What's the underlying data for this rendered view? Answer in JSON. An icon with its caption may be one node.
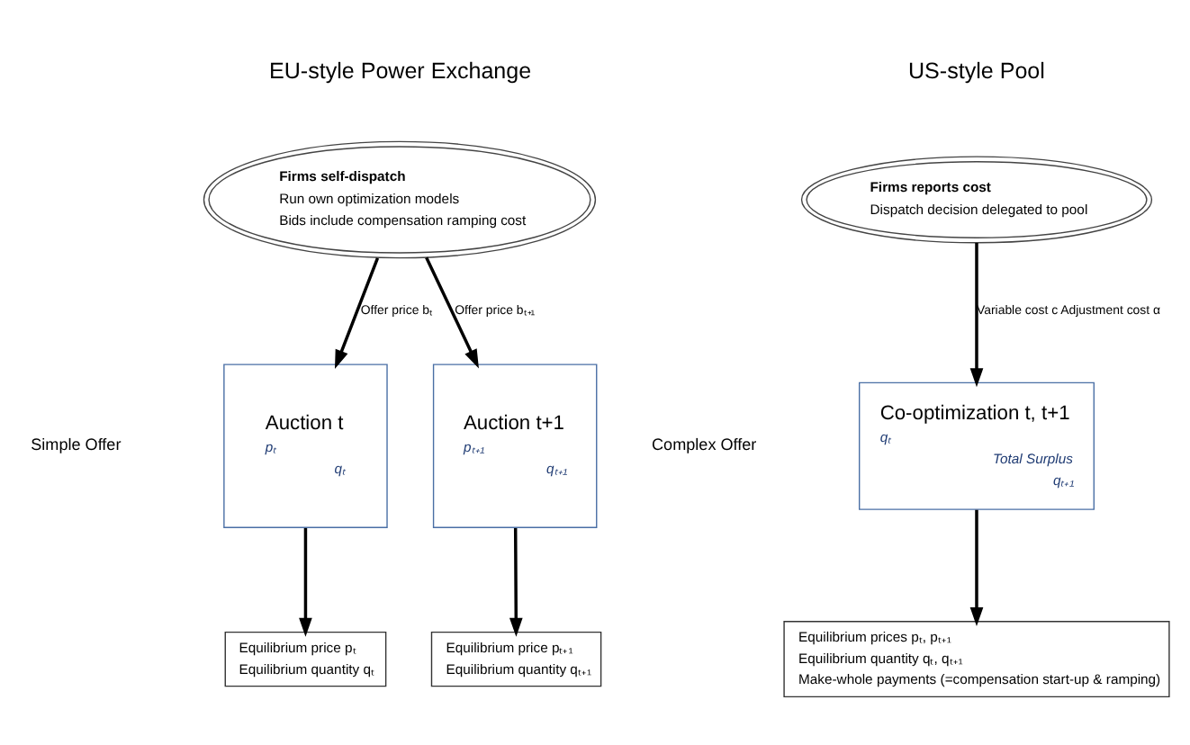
{
  "diagram": {
    "nodes": [
      {
        "text": [
          "Firms self-dispatch",
          "Run own optimization models",
          "Bids include compensation ramping cost"
        ]
      },
      {
        "text": [
          "Auction t",
          "pₜ",
          "qₜ"
        ]
      },
      {
        "text": [
          "Auction t+1",
          "pₜ₊₁",
          "qₜ₊₁"
        ]
      },
      {
        "text": [
          "Equilibrium price pₜ",
          "Equilibrium quantity qₜ"
        ]
      },
      {
        "text": [
          "Equilibrium price pₜ₊₁",
          "Equilibrium quantity qₜ₊₁"
        ]
      },
      {
        "text": [
          "Firms reports cost",
          "Dispatch decision delegated to pool"
        ]
      },
      {
        "text": [
          "Co-optimization t, t+1",
          "qₜ",
          "Total Surplus",
          "qₜ₊₁"
        ]
      },
      {
        "text": [
          "Equilibrium prices pₜ, pₜ₊₁",
          "Equilibrium quantity qₜ, qₜ₊₁",
          "Make-whole payments (=compensation start-up & ramping)"
        ]
      }
    ],
    "edges": [
      {
        "from": 0,
        "to": 1,
        "arrow": "to",
        "label": "Offer price bₜ"
      },
      {
        "from": 0,
        "to": 2,
        "arrow": "to",
        "label": "Offer price bₜ₊₁"
      },
      {
        "from": 1,
        "to": 3,
        "arrow": "to"
      },
      {
        "from": 2,
        "to": 4,
        "arrow": "to"
      },
      {
        "from": 5,
        "to": 6,
        "arrow": "to",
        "label": "Variable cost c Adjustment cost α"
      },
      {
        "from": 6,
        "to": 7,
        "arrow": "to"
      }
    ],
    "labels": [
      "EU-style Power Exchange",
      "US-style Pool",
      "Simple Offer",
      "Complex Offer"
    ]
  }
}
